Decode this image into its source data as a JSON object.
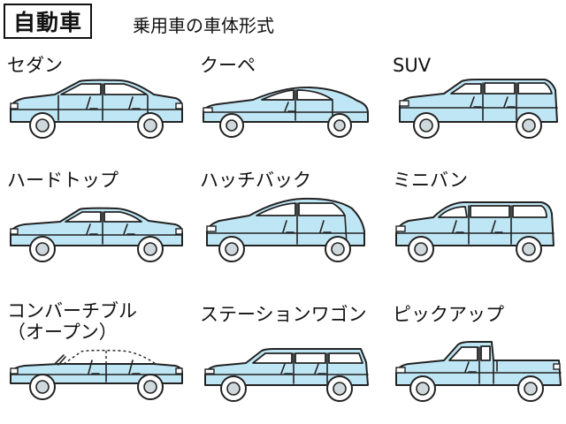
{
  "header": {
    "title": "自動車",
    "subtitle": "乗用車の車体形式"
  },
  "cars": [
    {
      "label": "セダン"
    },
    {
      "label": "クーペ"
    },
    {
      "label": "SUV"
    },
    {
      "label": "ハードトップ"
    },
    {
      "label": "ハッチバック"
    },
    {
      "label": "ミニバン"
    },
    {
      "label": "コンバーチブル\n（オープン）"
    },
    {
      "label": "ステーションワゴン"
    },
    {
      "label": "ピックアップ"
    }
  ],
  "colors": {
    "body": "#bfe6f5",
    "outline": "#222222",
    "window": "#ffffff"
  }
}
